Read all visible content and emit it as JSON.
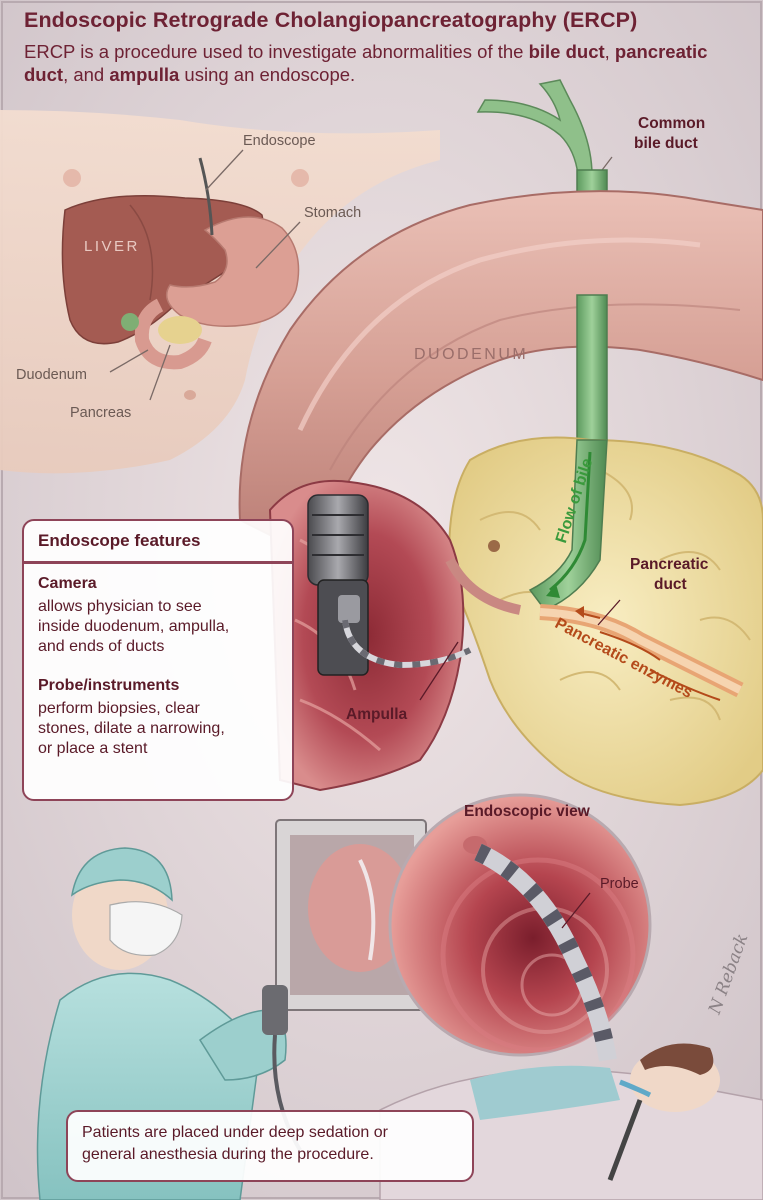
{
  "title": "Endoscopic Retrograde Cholangiopancreatography (ERCP)",
  "subtitle": {
    "part1": "ERCP is a procedure used to investigate abnormalities of the ",
    "term1": "bile duct",
    "part2": ", ",
    "term2": "pancreatic duct",
    "part3": ", and ",
    "term3": "ampulla",
    "part4": " using an endoscope."
  },
  "labels": {
    "endoscope": "Endoscope",
    "stomach": "Stomach",
    "liver": "LIVER",
    "duodenum_small": "Duodenum",
    "pancreas": "Pancreas",
    "common_bile_duct_line1": "Common",
    "common_bile_duct_line2": "bile duct",
    "duodenum_large": "DUODENUM",
    "flow_of_bile": "Flow of bile",
    "pancreatic_duct_line1": "Pancreatic",
    "pancreatic_duct_line2": "duct",
    "pancreatic_enzymes": "Pancreatic enzymes",
    "ampulla": "Ampulla",
    "endoscopic_view": "Endoscopic view",
    "probe": "Probe",
    "signature": "N Reback"
  },
  "features_box": {
    "heading": "Endoscope features",
    "camera_title": "Camera",
    "camera_text": [
      "allows physician to see",
      "inside duodenum, ampulla,",
      "and ends of ducts"
    ],
    "probe_title": "Probe/instruments",
    "probe_text": [
      "perform biopsies, clear",
      "stones, dilate a narrowing,",
      "or place a stent"
    ]
  },
  "note": [
    "Patients are placed under deep sedation or",
    "general anesthesia during the procedure."
  ],
  "colors": {
    "title": "#6e2234",
    "box_border": "#8e4458",
    "bile_green": "#3a9a3c",
    "enzymes_orange": "#b44a1a",
    "duodenum_pink": "#d9a49a",
    "pancreas_yellow": "#f1e2a6"
  }
}
